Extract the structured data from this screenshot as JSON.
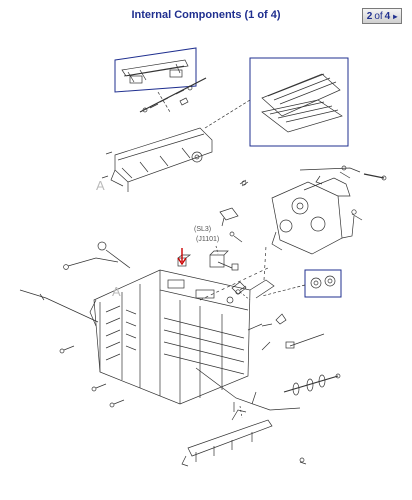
{
  "header": {
    "title": "Internal Components (1 of 4)",
    "pager": {
      "current": "2",
      "separator": "of",
      "total": "4",
      "arrow_icon": "right-arrow-icon"
    }
  },
  "diagram": {
    "callouts": [
      {
        "id": "A-top",
        "text": "A"
      },
      {
        "id": "A-mid",
        "text": "A"
      },
      {
        "id": "sl3",
        "text": "(SL3)"
      },
      {
        "id": "j1101",
        "text": "(J1101)"
      }
    ],
    "pointer_color": "#cc0000",
    "line_color": "#333333"
  }
}
